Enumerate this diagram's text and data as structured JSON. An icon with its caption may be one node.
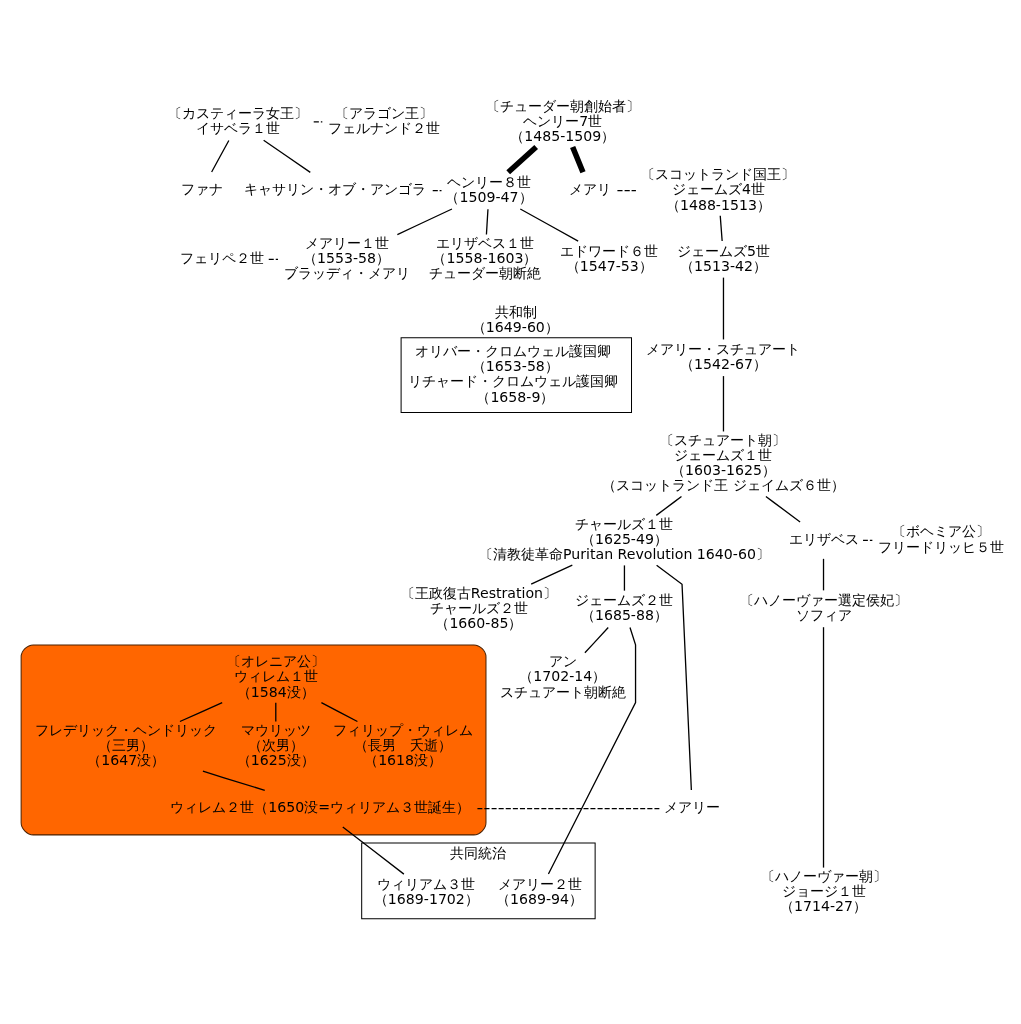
{
  "diagram": {
    "nodes": [
      {
        "text": [
          "〔カスティーラ女王〕",
          "イサベラ１世"
        ]
      },
      {
        "text": [
          "〔アラゴン王〕",
          "フェルナンド２世"
        ]
      },
      {
        "text": [
          "ファナ"
        ]
      },
      {
        "text": [
          "キャサリン・オブ・アンゴラ"
        ]
      },
      {
        "text": [
          "〔チューダー朝創始者〕",
          "ヘンリー7世",
          "（1485-1509）"
        ]
      },
      {
        "text": [
          "ヘンリー８世",
          "（1509-47）"
        ]
      },
      {
        "text": [
          "メアリ"
        ]
      },
      {
        "text": [
          "〔スコットランド国王〕",
          "ジェームズ4世",
          "（1488-1513）"
        ]
      },
      {
        "text": [
          "フェリペ２世"
        ]
      },
      {
        "text": [
          "メアリー１世",
          "（1553-58）",
          "ブラッディ・メアリ"
        ]
      },
      {
        "text": [
          "エドワード６世",
          "（1547-53）"
        ]
      },
      {
        "text": [
          "エリザベス１世",
          "（1558-1603）",
          "チューダー朝断絶"
        ]
      },
      {
        "text": [
          "ジェームズ5世",
          "（1513-42）"
        ]
      },
      {
        "text": [
          "メアリー・スチュアート",
          "（1542-67）"
        ]
      },
      {
        "text": [
          "〔スチュアート朝〕",
          "ジェームズ１世",
          "（1603-1625）",
          "（スコットランド王 ジェイムズ６世）"
        ]
      },
      {
        "text": [],
        "shape": "box"
      },
      {
        "text": [
          "〔オレニア公〕",
          "ウィレム１世",
          "（1584没）"
        ],
        "in": 15
      },
      {
        "text": [
          "〔ボヘミア公〕",
          "フリードリッヒ５世"
        ]
      },
      {
        "text": [
          "エリザベス"
        ]
      },
      {
        "text": [
          "チャールズ１世",
          "（1625-49）",
          "〔清教徒革命Puritan Revolution 1640-60〕"
        ]
      },
      {
        "text": [
          "フレデリック・ヘンドリック",
          "（三男）",
          "（1647没）"
        ],
        "in": 15
      },
      {
        "text": [
          "マウリッツ",
          "（次男）",
          "（1625没）"
        ],
        "in": 15
      },
      {
        "text": [
          "フィリップ・ウィレム",
          "（長男　夭逝）",
          "（1618没）"
        ],
        "in": 15
      },
      {
        "text": [
          "共和制",
          "（1649-60）",
          "オリバー・クロムウェル護国卿",
          "（1653-58）",
          "リチャード・クロムウェル護国卿",
          "（1658-9）"
        ]
      },
      {
        "text": [
          "〔王政復古Restration〕",
          "チャールズ２世",
          "（1660-85）"
        ]
      },
      {
        "text": [
          "ジェームズ２世",
          "（1685-88）"
        ]
      },
      {
        "text": [
          "メアリー"
        ]
      },
      {
        "text": [
          "ウィレム２世（1650没=ウィリアム３世誕生）"
        ],
        "in": 15
      },
      {
        "text": [
          "〔ハノーヴァー選定侯妃〕",
          "ソフィア"
        ]
      },
      {
        "text": [
          "共同統治"
        ]
      },
      {
        "text": [
          "メアリー２世",
          "（1689-94）"
        ],
        "in": 29
      },
      {
        "text": [
          "ウィリアム３世",
          "（1689-1702）"
        ],
        "in": 29
      },
      {
        "text": [
          "アン",
          "（1702-14）",
          "スチュアート朝断絶"
        ]
      },
      {
        "text": [
          "〔ハノーヴァー朝〕",
          "ジョージ１世",
          "（1714-27）"
        ]
      }
    ],
    "edges": [
      {
        "from": 0,
        "to": 1,
        "arrow": "none",
        "style": "dashed"
      },
      {
        "from": 0,
        "to": 2,
        "arrow": "none"
      },
      {
        "from": 0,
        "to": 3,
        "arrow": "none"
      },
      {
        "from": 4,
        "to": 5,
        "arrow": "none",
        "style": "thick"
      },
      {
        "from": 4,
        "to": 6,
        "arrow": "none",
        "style": "thick"
      },
      {
        "from": 3,
        "to": 5,
        "arrow": "none",
        "style": "dashed"
      },
      {
        "from": 6,
        "to": 7,
        "arrow": "none",
        "style": "dashed"
      },
      {
        "from": 8,
        "to": 9,
        "arrow": "none",
        "style": "dashed"
      },
      {
        "from": 5,
        "to": 9,
        "arrow": "none"
      },
      {
        "from": 5,
        "to": 11,
        "arrow": "none"
      },
      {
        "from": 5,
        "to": 10,
        "arrow": "none"
      },
      {
        "from": 7,
        "to": 12,
        "arrow": "none"
      },
      {
        "from": 12,
        "to": 13,
        "arrow": "none"
      },
      {
        "from": 13,
        "to": 14,
        "arrow": "none"
      },
      {
        "from": 14,
        "to": 19,
        "arrow": "none"
      },
      {
        "from": 14,
        "to": 18,
        "arrow": "none"
      },
      {
        "from": 18,
        "to": 17,
        "arrow": "none",
        "style": "dashed"
      },
      {
        "from": 16,
        "to": 20,
        "arrow": "none"
      },
      {
        "from": 16,
        "to": 21,
        "arrow": "none"
      },
      {
        "from": 16,
        "to": 22,
        "arrow": "none"
      },
      {
        "from": 18,
        "to": 28,
        "arrow": "none"
      },
      {
        "from": 19,
        "to": 24,
        "arrow": "none"
      },
      {
        "from": 19,
        "to": 25,
        "arrow": "none"
      },
      {
        "from": 19,
        "to": 26,
        "arrow": "none"
      },
      {
        "from": 27,
        "to": 26,
        "arrow": "none",
        "style": "dashed"
      },
      {
        "from": 20,
        "to": 27,
        "arrow": "none"
      },
      {
        "from": 28,
        "to": 33,
        "arrow": "none"
      },
      {
        "from": 25,
        "to": 32,
        "arrow": "none"
      },
      {
        "from": 25,
        "to": 30,
        "arrow": "none"
      },
      {
        "from": 27,
        "to": 31,
        "arrow": "none"
      }
    ]
  }
}
